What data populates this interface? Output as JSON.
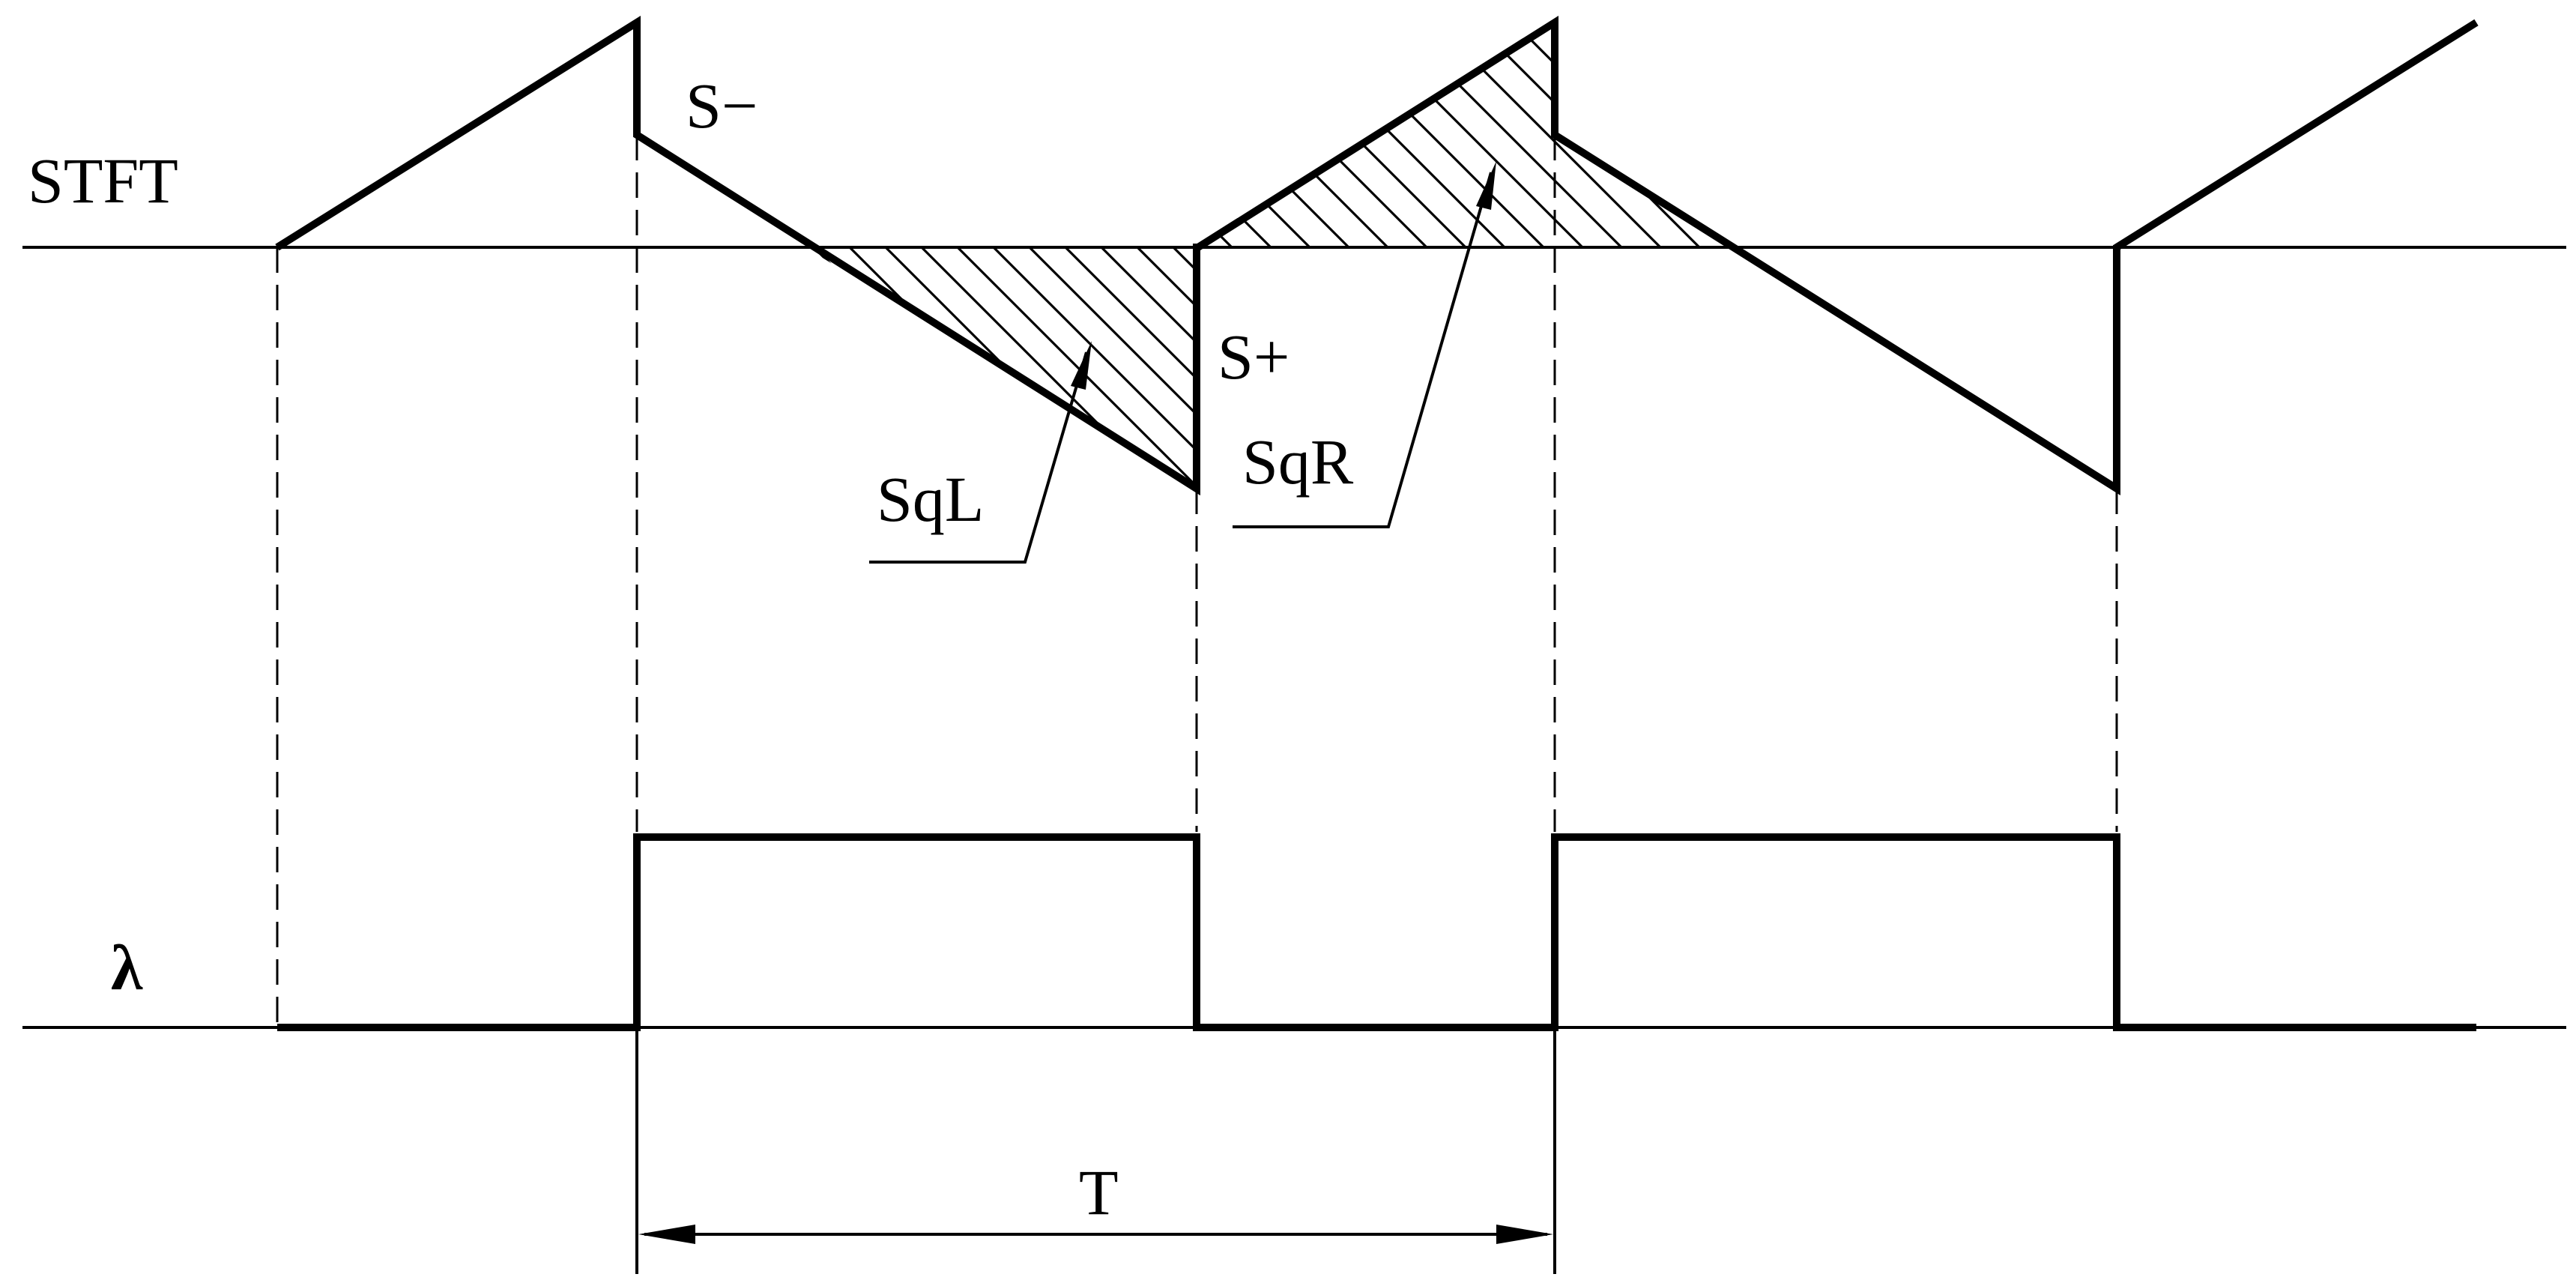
{
  "labels": {
    "stft": "STFT",
    "lambda": "λ",
    "s_minus": "S−",
    "s_plus": "S+",
    "sql": "SqL",
    "sqr": "SqR",
    "period": "T"
  }
}
